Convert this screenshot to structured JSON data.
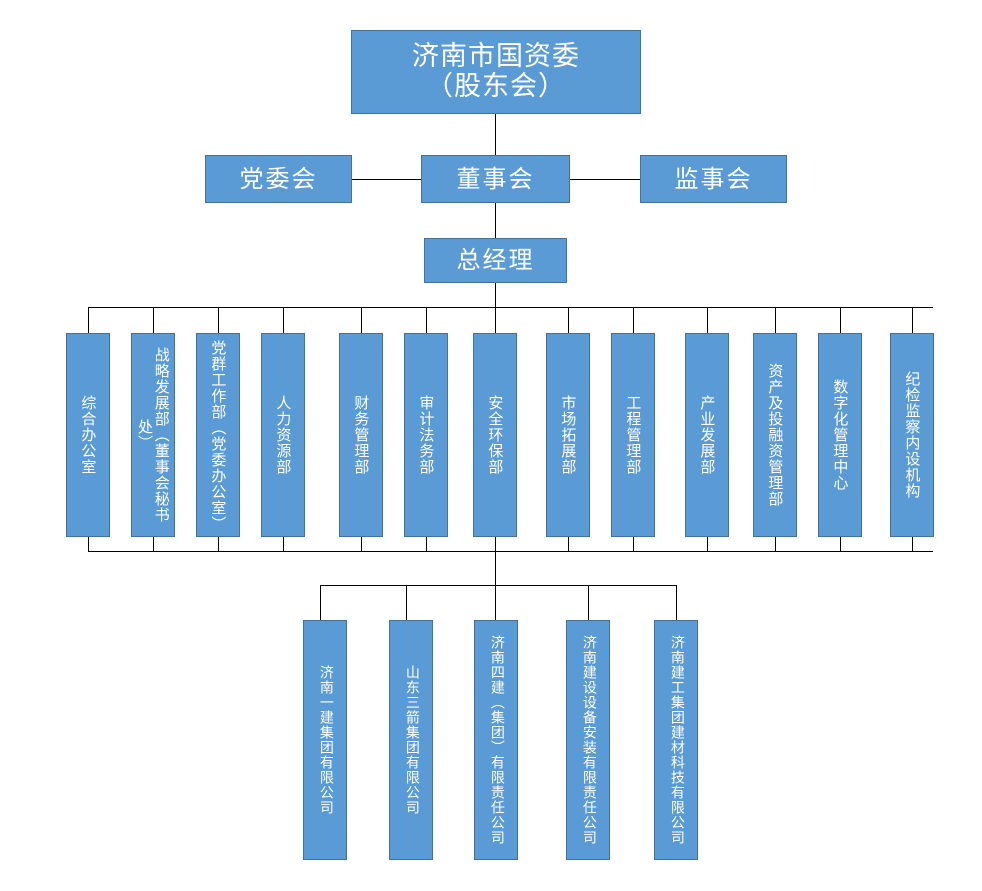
{
  "chart": {
    "title_node": "济南市国资委\n（股东会）",
    "row2": [
      {
        "id": "party",
        "label": "党委会"
      },
      {
        "id": "board",
        "label": "董事会"
      },
      {
        "id": "super",
        "label": "监事会"
      }
    ],
    "row3": {
      "label": "总经理"
    },
    "departments": [
      {
        "label": "综合办公室"
      },
      {
        "label": "战略发展部（董事会秘书处）"
      },
      {
        "label": "党群工作部（党委办公室）"
      },
      {
        "label": "人力资源部"
      },
      {
        "label": "财务管理部"
      },
      {
        "label": "审计法务部"
      },
      {
        "label": "安全环保部"
      },
      {
        "label": "市场拓展部"
      },
      {
        "label": "工程管理部"
      },
      {
        "label": "产业发展部"
      },
      {
        "label": "资产及投融资管理部"
      },
      {
        "label": "数字化管理中心"
      },
      {
        "label": "纪检监察内设机构"
      }
    ],
    "subsidiaries": [
      {
        "label": "济南一建集团有限公司"
      },
      {
        "label": "山东三箭集团有限公司"
      },
      {
        "label": "济南四建（集团）有限责任公司"
      },
      {
        "label": "济南建设设备安装有限责任公司"
      },
      {
        "label": "济南建工集团建材科技有限公司"
      }
    ],
    "colors": {
      "node_fill": "#5B9BD5",
      "node_border": "#41719C",
      "node_text": "#FFFFFF",
      "connector": "#000000",
      "background": "#FFFFFF"
    }
  }
}
